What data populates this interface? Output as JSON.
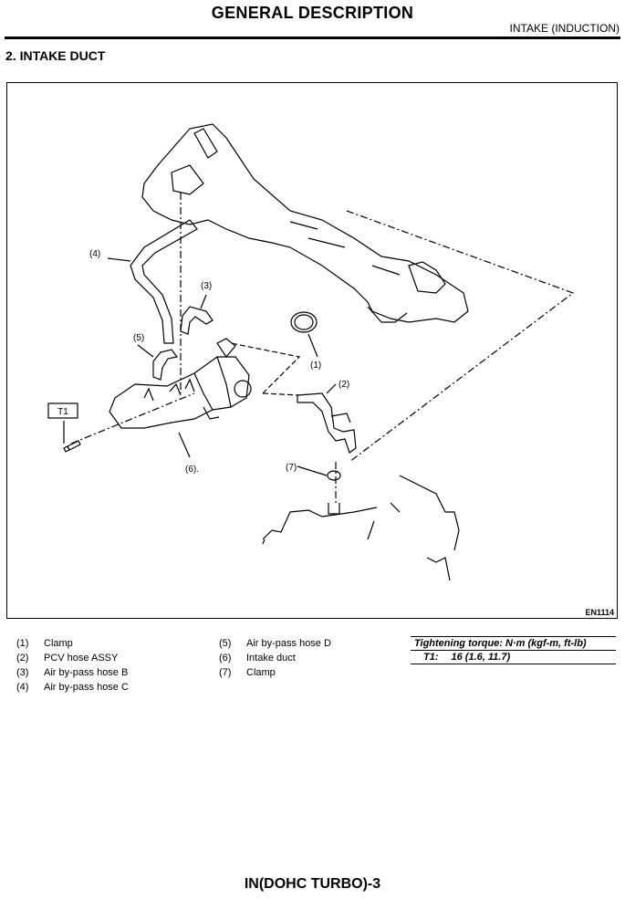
{
  "header": {
    "title": "GENERAL DESCRIPTION",
    "subtitle": "INTAKE (INDUCTION)"
  },
  "section": {
    "title": "2. INTAKE DUCT"
  },
  "figure": {
    "code": "EN1114",
    "callouts": [
      "(1)",
      "(2)",
      "(3)",
      "(4)",
      "(5)",
      "(6).",
      "(7)"
    ],
    "t1_label": "T1"
  },
  "legend": {
    "col1": [
      {
        "num": "(1)",
        "label": "Clamp"
      },
      {
        "num": "(2)",
        "label": "PCV hose ASSY"
      },
      {
        "num": "(3)",
        "label": "Air by-pass hose B"
      },
      {
        "num": "(4)",
        "label": "Air by-pass hose C"
      }
    ],
    "col2": [
      {
        "num": "(5)",
        "label": "Air by-pass hose D"
      },
      {
        "num": "(6)",
        "label": "Intake duct"
      },
      {
        "num": "(7)",
        "label": "Clamp"
      }
    ]
  },
  "torque": {
    "heading": "Tightening torque: N·m (kgf-m, ft-lb)",
    "item": "T1:",
    "value": "16 (1.6, 11.7)"
  },
  "footer": {
    "page": "IN(DOHC TURBO)-3"
  }
}
